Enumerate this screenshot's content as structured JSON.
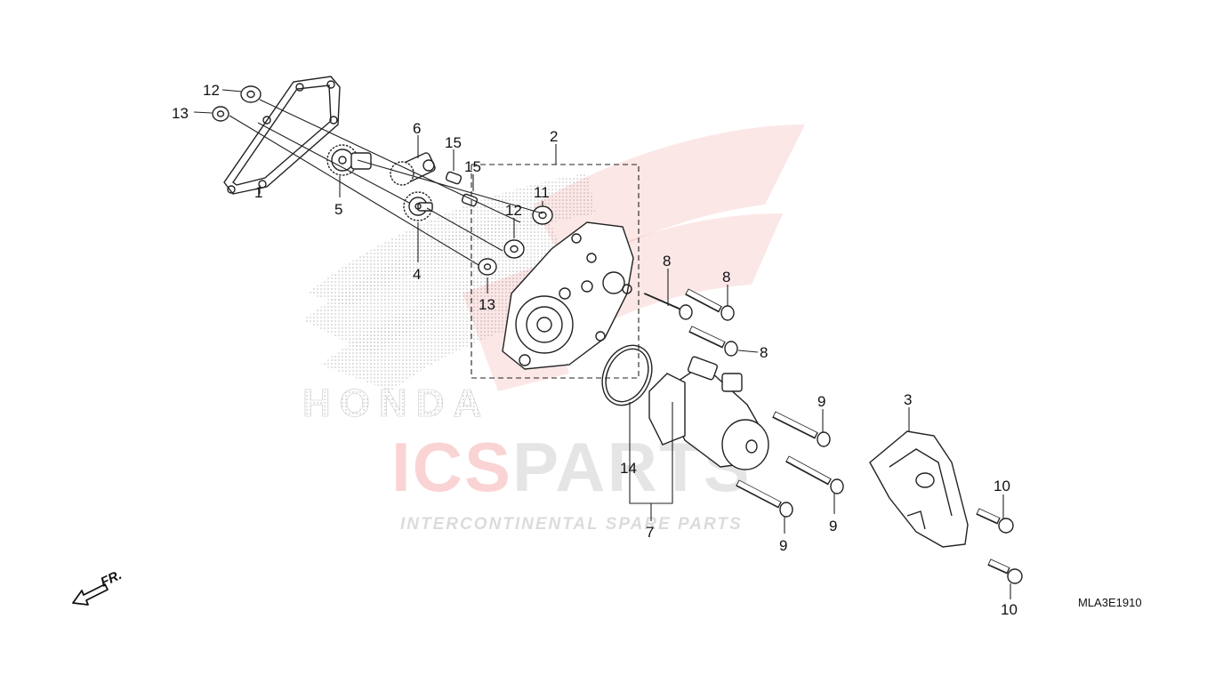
{
  "diagram": {
    "code": "MLA3E1910",
    "front_label": "FR.",
    "callouts": {
      "c1": "1",
      "c2": "2",
      "c3": "3",
      "c4": "4",
      "c5": "5",
      "c6": "6",
      "c7": "7",
      "c8a": "8",
      "c8b": "8",
      "c8c": "8",
      "c9a": "9",
      "c9b": "9",
      "c9c": "9",
      "c10a": "10",
      "c10b": "10",
      "c11": "11",
      "c12a": "12",
      "c12b": "12",
      "c13a": "13",
      "c13b": "13",
      "c14": "14",
      "c15a": "15",
      "c15b": "15"
    }
  },
  "watermark": {
    "brand_word": "HONDA",
    "brand_main_a": "ICS",
    "brand_main_b": "PARTS",
    "tagline": "INTERCONTINENTAL SPARE PARTS",
    "accent_color": "#e83b3b",
    "gray_color": "#d9d9d9"
  }
}
